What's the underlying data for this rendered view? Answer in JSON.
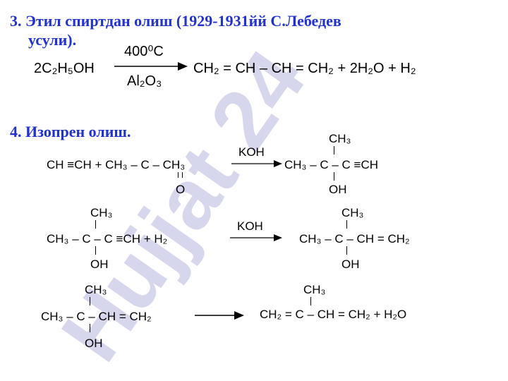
{
  "watermark": "Hujjat 24",
  "sections": {
    "s3": {
      "heading_line1": "3. Этил спиртдан олиш (1929-1931йй С.Лебедев",
      "heading_line2": "усули).",
      "reaction": {
        "reactant": "2C₂H₅OH",
        "condition_top": "400⁰C",
        "condition_bottom": "Al₂O₃",
        "product": "CH₂ = CH – CH = CH₂   +   2H₂O  +  H₂"
      }
    },
    "s4": {
      "heading": "4. Изопрен олиш.",
      "r1": {
        "left": "CH ≡CH  +  CH₃ – C – CH₃",
        "left_below": "O",
        "catalyst": "KOH",
        "right_top": "CH₃",
        "right": "CH₃ – C – C ≡CH",
        "right_below": "OH"
      },
      "r2": {
        "left_top": "CH₃",
        "left": "CH₃ – C – C ≡CH   +  H₂",
        "left_below": "OH",
        "catalyst": "KOH",
        "right_top": "CH₃",
        "right": "CH₃ – C – CH = CH₂",
        "right_below": "OH"
      },
      "r3": {
        "left_top": "CH₃",
        "left": "CH₃ – C – CH = CH₂",
        "left_below": "OH",
        "right_top": "CH₃",
        "right": "CH₂ = C – CH = CH₂  +  H₂O"
      }
    }
  }
}
